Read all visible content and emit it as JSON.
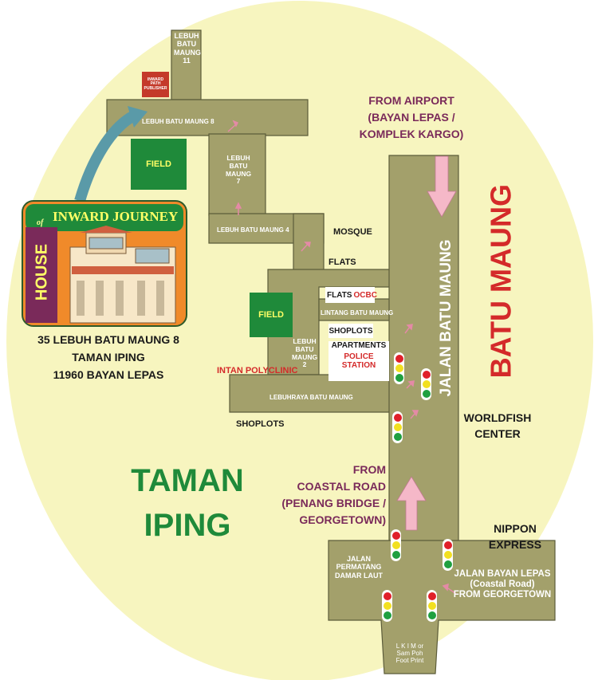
{
  "area_name": [
    "TAMAN",
    "IPING"
  ],
  "main_road_vertical": "BATU MAUNG",
  "jalan_batu_maung": "JALAN BATU MAUNG",
  "from_airport": [
    "FROM AIRPORT",
    "(BAYAN LEPAS /",
    "KOMPLEK KARGO)"
  ],
  "from_coastal": [
    "FROM",
    "COASTAL ROAD",
    "(PENANG BRIDGE /",
    "GEORGETOWN)"
  ],
  "roads": {
    "lebuh11": [
      "LEBUH",
      "BATU",
      "MAUNG",
      "11"
    ],
    "lebuh8": "LEBUH BATU MAUNG 8",
    "lebuh7": [
      "LEBUH",
      "BATU",
      "MAUNG",
      "7"
    ],
    "lebuh4": "LEBUH BATU MAUNG 4",
    "lebuh2": [
      "LEBUH",
      "BATU",
      "MAUNG",
      "2"
    ],
    "lintang": "LINTANG BATU MAUNG",
    "lebuhraya": "LEBUHRAYA BATU MAUNG",
    "permatang": [
      "JALAN",
      "PERMATANG",
      "DAMAR LAUT"
    ],
    "bayan_lepas": [
      "JALAN BAYAN LEPAS",
      "(Coastal Road)",
      "FROM GEORGETOWN"
    ],
    "lkim": [
      "L K I M or",
      "Sam Poh",
      "Foot Print"
    ]
  },
  "landmarks": {
    "field": "FIELD",
    "mosque": "MOSQUE",
    "flats": "FLATS",
    "ocbc": "OCBC",
    "shoplots": "SHOPLOTS",
    "apartments": "APARTMENTS",
    "police": [
      "POLICE",
      "STATION"
    ],
    "polyclinic": "INTAN POLYCLINIC",
    "worldfish": [
      "WORLDFISH",
      "CENTER"
    ],
    "nippon": [
      "NIPPON",
      "EXPRESS"
    ],
    "publisher": [
      "INWARD",
      "PATH",
      "PUBLISHER"
    ]
  },
  "house": {
    "of": "of",
    "name": "INWARD JOURNEY",
    "house": "HOUSE",
    "address": [
      "35 LEBUH BATU MAUNG 8",
      "TAMAN IPING",
      "11960 BAYAN LEPAS"
    ]
  },
  "colors": {
    "background_oval": "#f7f5bf",
    "road": "#a3a06b",
    "road_border": "#5c5c3a",
    "field": "#1f8a3a",
    "area_text": "#1f8a3a",
    "batu_maung_text": "#d42a2a",
    "direction_text": "#7a2a5a",
    "arrow_pink": "#f5b8c8",
    "callout_arrow": "#5a9aa8"
  }
}
